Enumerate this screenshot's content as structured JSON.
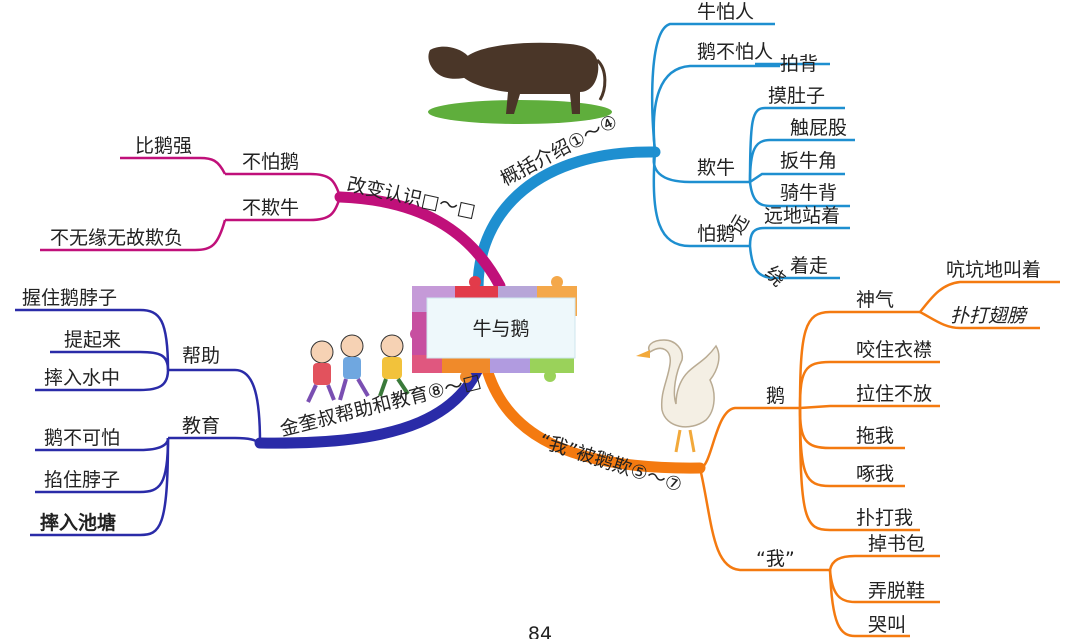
{
  "center": {
    "title": "牛与鹅"
  },
  "branches": {
    "intro": {
      "label": "概括介绍①～④",
      "color": "#1e8fd0"
    },
    "bully": {
      "label": "“我”被鹅欺⑤～⑦",
      "color": "#f47a10"
    },
    "change": {
      "label": "改变认识□～□",
      "color": "#c0107a"
    },
    "help": {
      "label": "金奎叔帮助和教育⑧～□",
      "color": "#2a2ba8"
    }
  },
  "intro": {
    "cow_fear": "牛怕人",
    "goose_nofear": "鹅不怕人",
    "pat_back": "拍背",
    "bully_cow": "欺牛",
    "bully_items": [
      "摸肚子",
      "触屁股",
      "扳牛角",
      "骑牛背"
    ],
    "fear_goose": "怕鹅",
    "fear_items": [
      "远地站着",
      "着走"
    ],
    "deco_far": "远",
    "deco_around": "绕"
  },
  "bully": {
    "goose": "鹅",
    "spirit": "神气",
    "spirit_items": [
      "吭坑地叫着",
      "扑打翅膀"
    ],
    "goose_actions": [
      "咬住衣襟",
      "拉住不放",
      "拖我",
      "啄我",
      "扑打我"
    ],
    "me": "“我”",
    "me_items": [
      "掉书包",
      "弄脱鞋",
      "哭叫"
    ]
  },
  "change": {
    "no_fear": "不怕鹅",
    "no_fear_item": "比鹅强",
    "no_bully": "不欺牛",
    "no_bully_item": "不无缘无故欺负"
  },
  "help": {
    "help": "帮助",
    "help_items": [
      "握住鹅脖子",
      "提起来",
      "摔入水中"
    ],
    "teach": "教育",
    "teach_items": [
      "鹅不可怕",
      "掐住脖子",
      "摔入池塘"
    ]
  },
  "footer": {
    "page_number": "84"
  }
}
